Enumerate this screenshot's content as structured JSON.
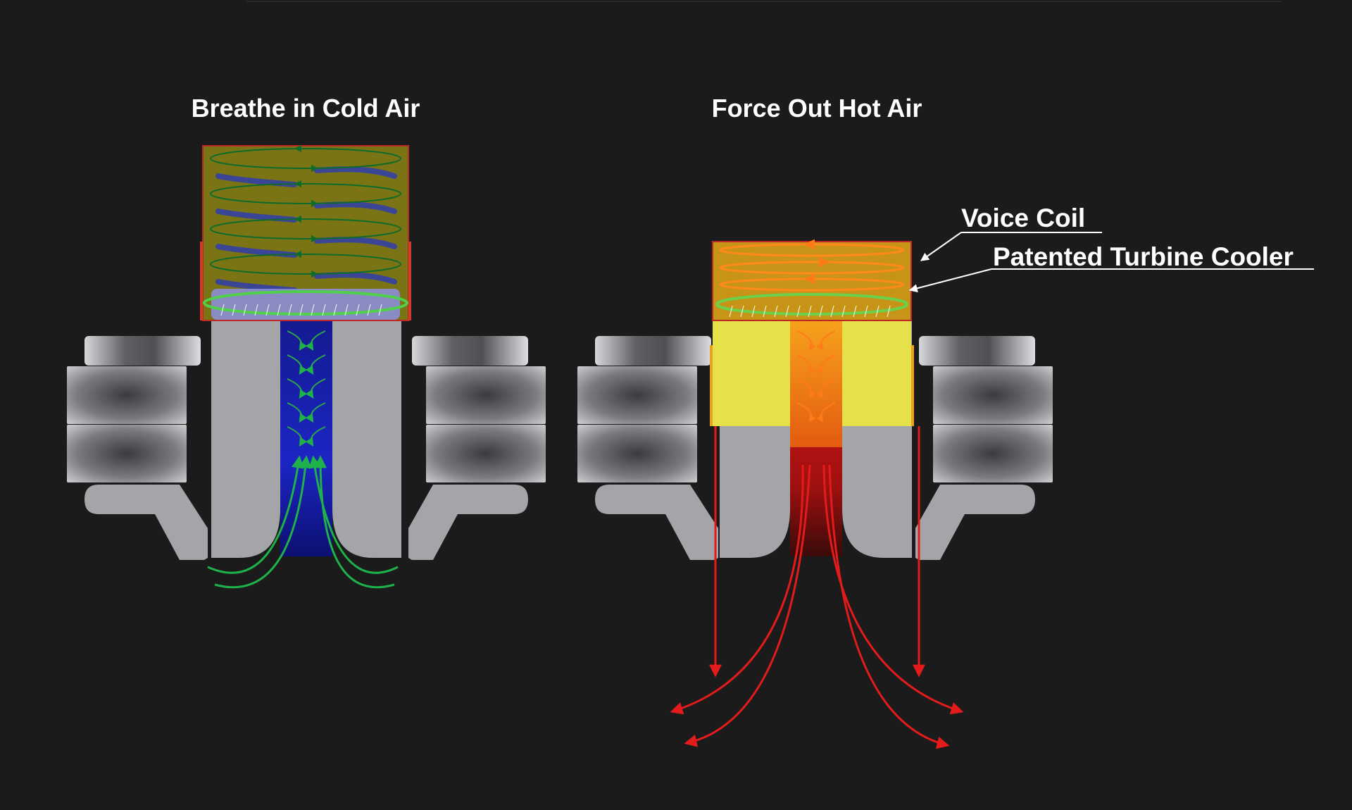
{
  "panels": {
    "intake": {
      "heading": "Breathe in Cold Air"
    },
    "exhaust": {
      "heading": "Force Out Hot Air"
    }
  },
  "callouts": {
    "voice_coil": "Voice Coil",
    "turbine_cooler": "Patented Turbine Cooler"
  },
  "colors": {
    "background": "#1b1b1b",
    "metal": "#a4a5a9",
    "coil_cold": "#7a7414",
    "coil_hot": "#c89418",
    "winding": "#3b4596",
    "cold_flow": "#1fb14a",
    "cold_core": "#1a22b5",
    "hot_flow": "#e41b1b",
    "hot_core": "#ff9a18",
    "turbine": "#6ad24a",
    "yellow_frame": "#e6e04a",
    "text": "#ffffff"
  }
}
